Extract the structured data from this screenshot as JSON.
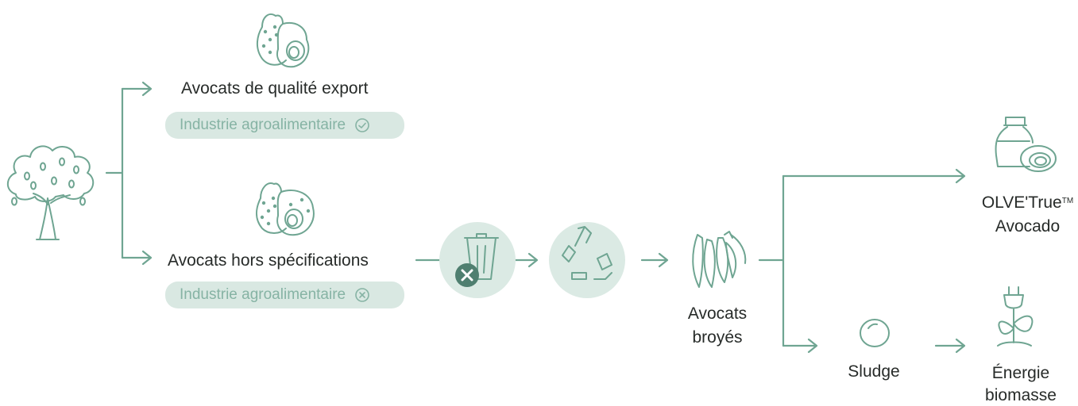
{
  "colors": {
    "stroke": "#6fa592",
    "circle_fill": "#dbeae4",
    "pill_fill": "#d9e8e2",
    "pill_text": "#86b3a4",
    "badge_dark": "#4f7f70",
    "text": "#272b29"
  },
  "nodes": {
    "export_avocados": {
      "label": "Avocats de qualité export",
      "pill": "Industrie agroalimentaire",
      "pill_icon": "check-circle-icon"
    },
    "offspec_avocados": {
      "label": "Avocats hors spécifications",
      "pill": "Industrie agroalimentaire",
      "pill_icon": "x-circle-icon"
    },
    "crushed": {
      "label_line1": "Avocats",
      "label_line2": "broyés"
    },
    "oil_product": {
      "label_line1": "OLVE'True",
      "trademark": "TM",
      "label_line2": "Avocado"
    },
    "sludge": {
      "label": "Sludge"
    },
    "energy": {
      "label_line1": "Énergie",
      "label_line2": "biomasse"
    }
  },
  "icons": [
    "avocado-tree-icon",
    "avocado-pair-icon",
    "avocado-pair-icon",
    "trash-bin-icon",
    "recycle-icon",
    "avocado-slices-icon",
    "oil-bottle-avocado-icon",
    "sludge-blob-icon",
    "plant-plug-icon"
  ]
}
